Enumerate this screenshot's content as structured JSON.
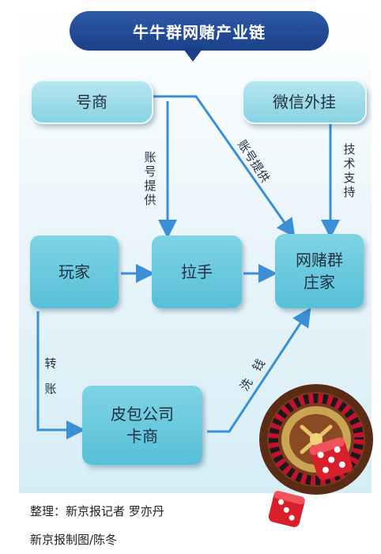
{
  "title": "牛牛群网赌产业链",
  "nodes": {
    "haoshang": "号商",
    "waigua": "微信外挂",
    "wanjia": "玩家",
    "lashou": "拉手",
    "zhuangjia_1": "网赌群",
    "zhuangjia_2": "庄家",
    "kashang_1": "皮包公司",
    "kashang_2": "卡商"
  },
  "edge_labels": {
    "account_provision_vertical": "账号提供",
    "account_provision_diagonal": "账号提供",
    "tech_support": "技术支持",
    "transfer": "转账",
    "money_laundering": "洗钱"
  },
  "credits": {
    "compiled_by": "整理：新京报记者 罗亦丹",
    "graphics_by": "新京报制图/陈冬"
  },
  "colors": {
    "banner": "#1c3f88",
    "node": "#57c0d8",
    "arrow": "#3a8fd6"
  }
}
